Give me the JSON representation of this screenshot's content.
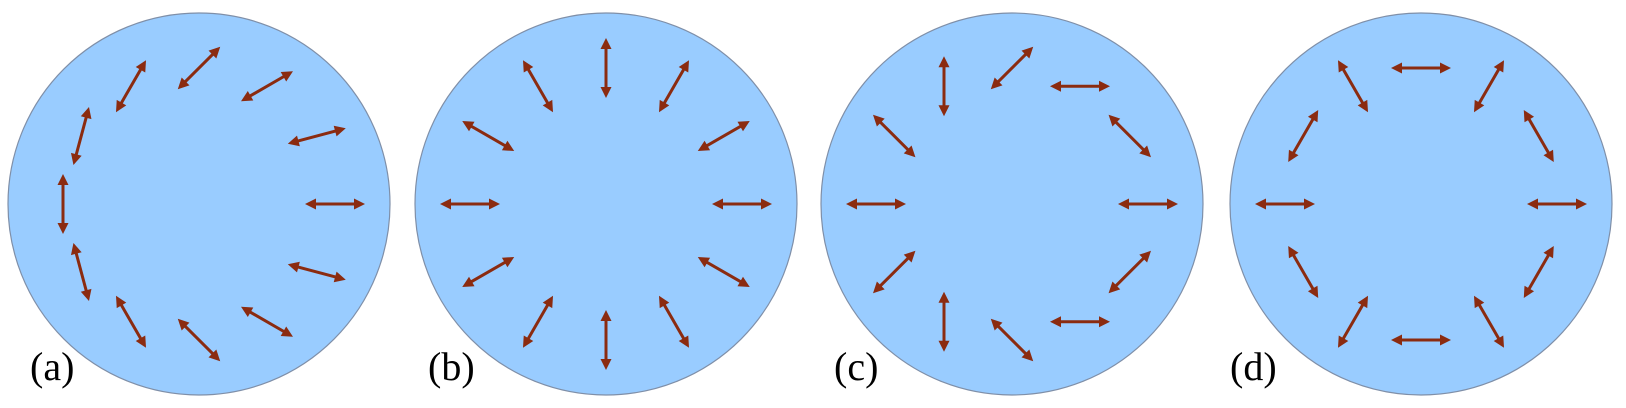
{
  "colors": {
    "disk_fill": "#99ccff",
    "arrow": "#8b2b10"
  },
  "panels": [
    {
      "label": "(a)",
      "arrows": [
        {
          "angle": 0
        },
        {
          "angle": 15
        },
        {
          "angle": 30
        },
        {
          "angle": 45
        },
        {
          "angle": 60
        },
        {
          "angle": 75
        },
        {
          "angle": 90
        },
        {
          "angle": 105
        },
        {
          "angle": 120
        },
        {
          "angle": 135
        },
        {
          "angle": 150
        },
        {
          "angle": 165
        }
      ]
    },
    {
      "label": "(b)",
      "arrows": [
        {
          "angle": 0
        },
        {
          "angle": 30
        },
        {
          "angle": 60
        },
        {
          "angle": 90
        },
        {
          "angle": 120
        },
        {
          "angle": 150
        },
        {
          "angle": 0
        },
        {
          "angle": 30
        },
        {
          "angle": 60
        },
        {
          "angle": 90
        },
        {
          "angle": 120
        },
        {
          "angle": 150
        }
      ]
    },
    {
      "label": "(c)",
      "arrows": [
        {
          "angle": 0
        },
        {
          "angle": 135
        },
        {
          "angle": 0
        },
        {
          "angle": 45
        },
        {
          "angle": 90
        },
        {
          "angle": 135
        },
        {
          "angle": 0
        },
        {
          "angle": 45
        },
        {
          "angle": 90
        },
        {
          "angle": 135
        },
        {
          "angle": 0
        },
        {
          "angle": 45
        }
      ]
    },
    {
      "label": "(d)",
      "arrows": [
        {
          "angle": 0
        },
        {
          "angle": 120
        },
        {
          "angle": 60
        },
        {
          "angle": 0
        },
        {
          "angle": 120
        },
        {
          "angle": 60
        },
        {
          "angle": 0
        },
        {
          "angle": 120
        },
        {
          "angle": 60
        },
        {
          "angle": 0
        },
        {
          "angle": 120
        },
        {
          "angle": 60
        }
      ]
    }
  ]
}
